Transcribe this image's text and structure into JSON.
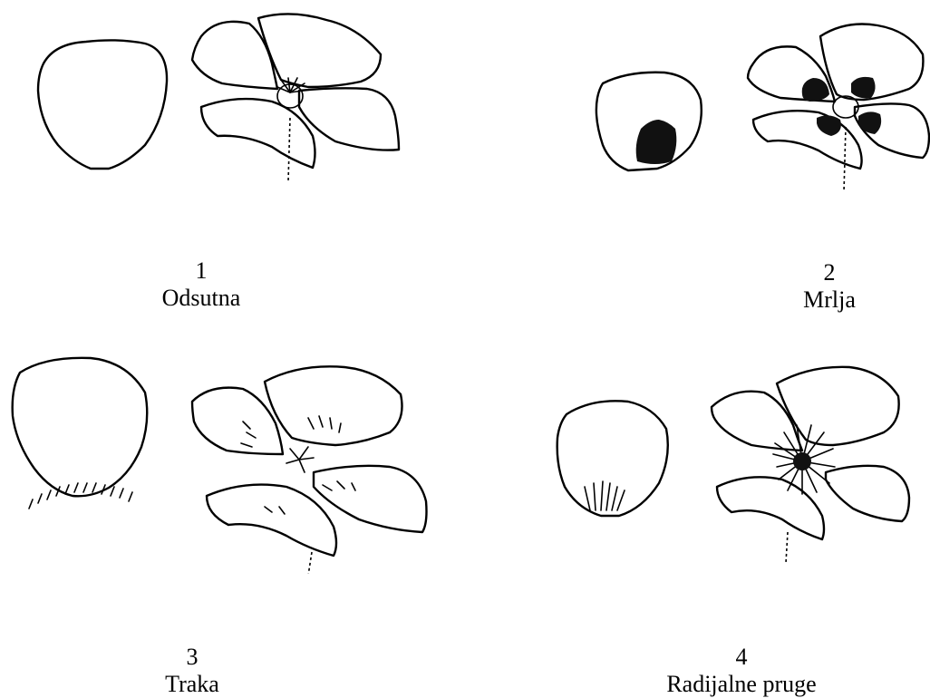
{
  "variants": [
    {
      "number": "1",
      "label": "Odsutna"
    },
    {
      "number": "2",
      "label": "Mrlja"
    },
    {
      "number": "3",
      "label": "Traka"
    },
    {
      "number": "4",
      "label": "Radijalne pruge"
    }
  ]
}
